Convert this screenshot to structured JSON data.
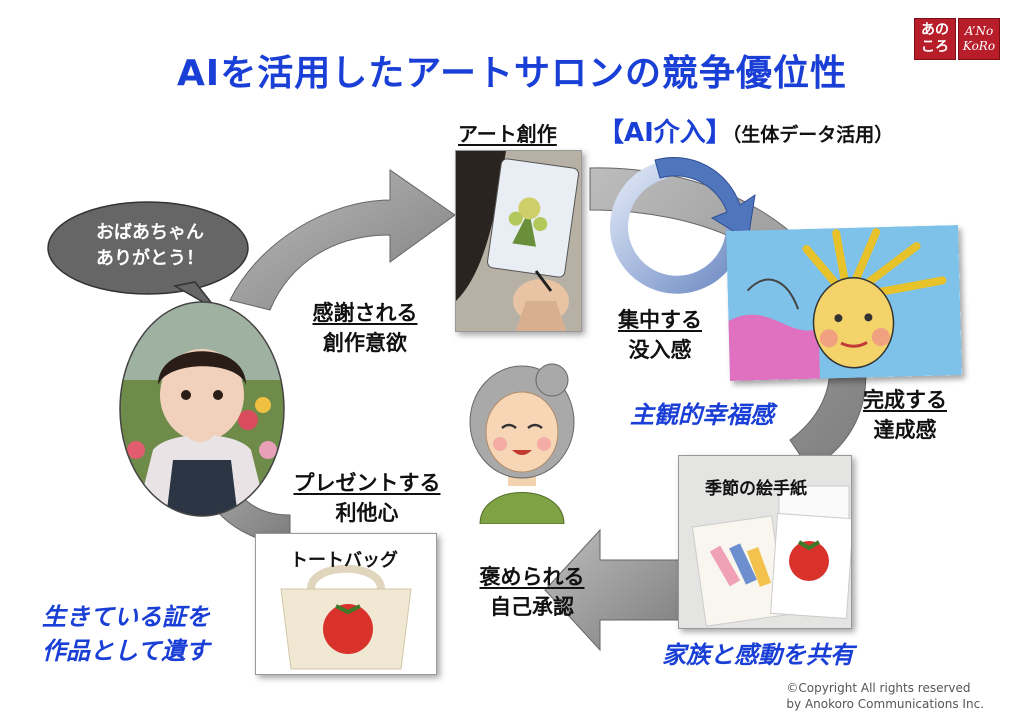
{
  "title": "AIを活用したアートサロンの競争優位性",
  "logo": {
    "jp_line1": "あの",
    "jp_line2": "ころ",
    "en_line1": "A’No",
    "en_line2": "KoRo"
  },
  "speech_bubble": {
    "line1": "おばあちゃん",
    "line2": "ありがとう！"
  },
  "art_creation": {
    "heading": "アート創作"
  },
  "ai_intervention": {
    "bracket": "【AI介入】",
    "note": "（生体データ活用）"
  },
  "concentrate": {
    "top": "集中する",
    "bottom": "没入感"
  },
  "complete": {
    "top": "完成する",
    "bottom": "達成感"
  },
  "gratitude": {
    "top": "感謝される",
    "bottom": "創作意欲"
  },
  "present": {
    "top": "プレゼントする",
    "bottom": "利他心"
  },
  "praised": {
    "top": "褒められる",
    "bottom": "自己承認"
  },
  "subjective_happiness": "主観的幸福感",
  "family_share": "家族と感動を共有",
  "legacy": {
    "line1": "生きている証を",
    "line2": "作品として遺す"
  },
  "postcard_caption": "季節の絵手紙",
  "tote_caption": "トートバッグ",
  "copyright": {
    "line1": "©Copyright All rights reserved",
    "line2": "by Anokoro Communications Inc."
  },
  "colors": {
    "title_blue": "#1a3fd6",
    "arrow_gray": "#8a8a8a",
    "logo_red": "#b81d2a"
  }
}
